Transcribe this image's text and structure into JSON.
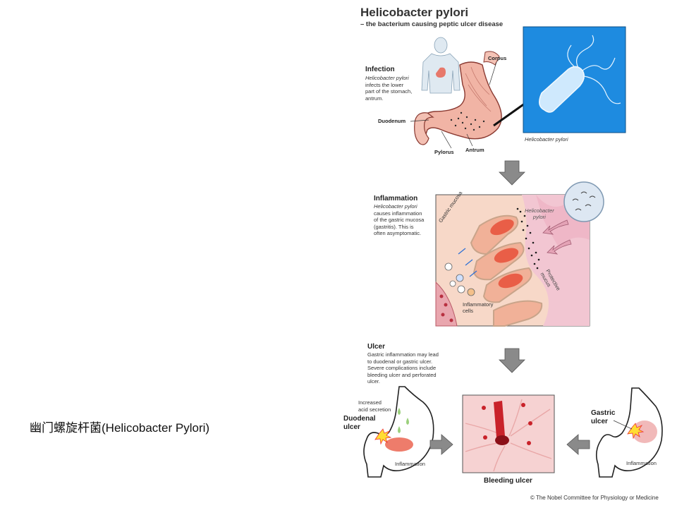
{
  "slide_title": "幽门螺旋杆菌(Helicobacter Pylori)",
  "figure": {
    "title": "Helicobacter pylori",
    "subtitle": "– the bacterium causing peptic ulcer disease",
    "infection": {
      "heading": "Infection",
      "text": [
        "Helicobacter pylori",
        "infects the lower",
        "part of the stomach,",
        "antrum."
      ],
      "labels": {
        "corpus": "Corpus",
        "duodenum": "Duodenum",
        "pylorus": "Pylorus",
        "antrum": "Antrum"
      },
      "photo_caption": "Helicobacter pylori"
    },
    "inflammation": {
      "heading": "Inflammation",
      "text": [
        "Helicobacter pylori",
        "causes inflammation",
        "of the gastric mucosa",
        "(gastritis). This is",
        "often asymptomatic."
      ],
      "labels": {
        "gastric_mucosa": "Gastric mucosa",
        "bacteria": [
          "Helicobacter",
          "pylori"
        ],
        "protective_mucus": [
          "Protective",
          "mucus"
        ],
        "inflammatory_cells": [
          "Inflammatory",
          "cells"
        ]
      }
    },
    "ulcer": {
      "heading": "Ulcer",
      "text": [
        "Gastric inflammation may lead",
        "to duodenal or gastric ulcer.",
        "Severe complications include",
        "bleeding ulcer and perforated",
        "ulcer."
      ],
      "labels": {
        "increased_acid": [
          "Increased",
          "acid secretion"
        ],
        "duodenal_ulcer": [
          "Duodenal",
          "ulcer"
        ],
        "inflammation_left": "Inflammation",
        "gastric_ulcer": [
          "Gastric",
          "ulcer"
        ],
        "inflammation_right": "Inflammation",
        "bleeding_ulcer": "Bleeding ulcer"
      }
    },
    "credit": "© The Nobel Committee for Physiology or Medicine"
  },
  "colors": {
    "photo_bg": "#1e8be0",
    "panel_bg": "#f7d8c8",
    "mucosa_red": "#e8503a",
    "arrow_gray": "#8a8a8a"
  }
}
